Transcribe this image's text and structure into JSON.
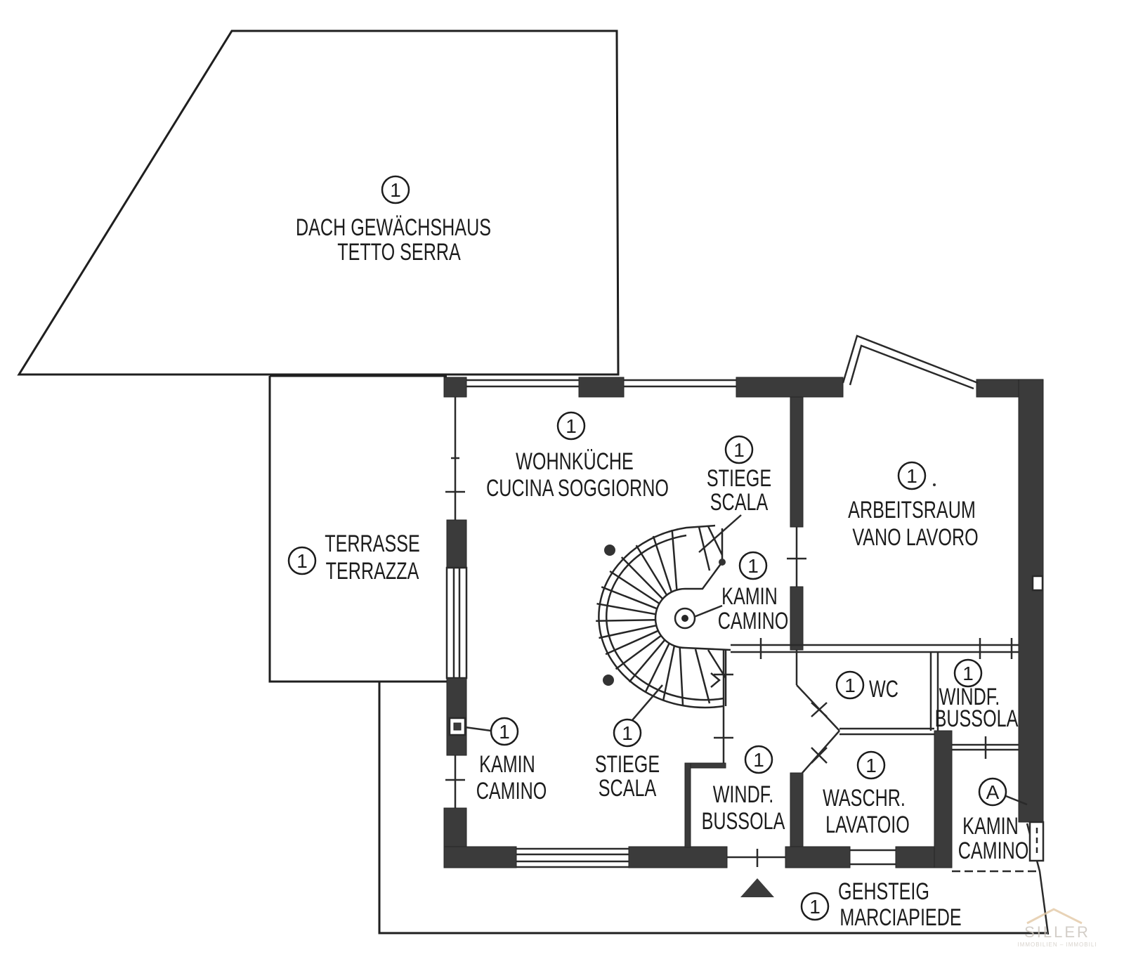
{
  "rooms": {
    "greenhouse_roof": {
      "marker": "1",
      "lines": [
        "DACH GEWÄCHSHAUS",
        "TETTO SERRA"
      ]
    },
    "terrace": {
      "marker": "1",
      "lines": [
        "TERRASSE",
        "TERRAZZA"
      ]
    },
    "living_kitchen": {
      "marker": "1",
      "lines": [
        "WOHNKÜCHE",
        "CUCINA SOGGIORNO"
      ]
    },
    "stair_upper": {
      "marker": "1",
      "lines": [
        "STIEGE",
        "SCALA"
      ]
    },
    "workroom": {
      "marker": "1",
      "lines": [
        "ARBEITSRAUM",
        "VANO LAVORO"
      ]
    },
    "chimney_stair": {
      "marker": "1",
      "lines": [
        "KAMIN",
        "CAMINO"
      ]
    },
    "wc": {
      "marker": "1",
      "lines": [
        "WC"
      ]
    },
    "windfang_right": {
      "marker": "1",
      "lines": [
        "WINDF.",
        "BUSSOLA"
      ]
    },
    "chimney_left": {
      "marker": "1",
      "lines": [
        "KAMIN",
        "CAMINO"
      ]
    },
    "stair_lower": {
      "marker": "1",
      "lines": [
        "STIEGE",
        "SCALA"
      ]
    },
    "windfang_entry": {
      "marker": "1",
      "lines": [
        "WINDF.",
        "BUSSOLA"
      ]
    },
    "laundry": {
      "marker": "1",
      "lines": [
        "WASCHR.",
        "LAVATOIO"
      ]
    },
    "chimney_right": {
      "marker": "A",
      "lines": [
        "KAMIN",
        "CAMINO"
      ]
    },
    "sidewalk": {
      "marker": "1",
      "lines": [
        "GEHSTEIG",
        "MARCIAPIEDE"
      ]
    }
  },
  "watermark": {
    "name": "SILLER",
    "tagline": "IMMOBILIEN – IMMOBILI"
  },
  "colors": {
    "ink": "#1c1c1c",
    "wall_fill": "#3b3b3b",
    "watermark": "#c9c3bb"
  }
}
